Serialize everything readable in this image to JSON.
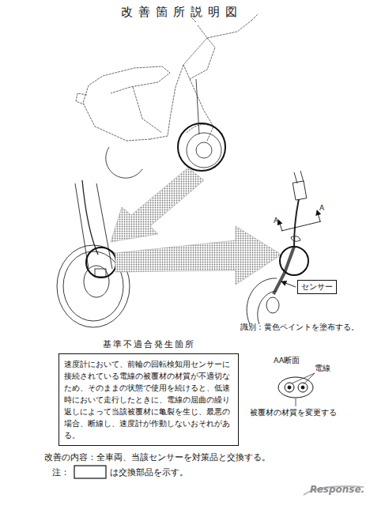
{
  "diagram": {
    "title": "改善箇所説明図",
    "nodes": [
      {
        "text": [
          "センサー"
        ]
      },
      {
        "text": [
          "基準不適合発生箇所",
          "速度計において、前輪の回転検知用センサーに接続されている電線の被覆材の材質が不適切なため、そのままの状態で使用を続けると、低速時において走行したときに、電線の屈曲の繰り返しによって当該被覆材に亀裂を生じ、最悪の場合、断線し、速度計が作動しないおそれがある。"
        ]
      }
    ],
    "labels": [
      "識別：黄色ペイントを塗布する。",
      "A",
      "A",
      "AA断面",
      "電線",
      "被覆材の材質を変更する",
      "改善の内容：全車両、当該センサーを対策品と交換する。",
      "注：",
      "は交換部品を示す。",
      "Response."
    ]
  }
}
